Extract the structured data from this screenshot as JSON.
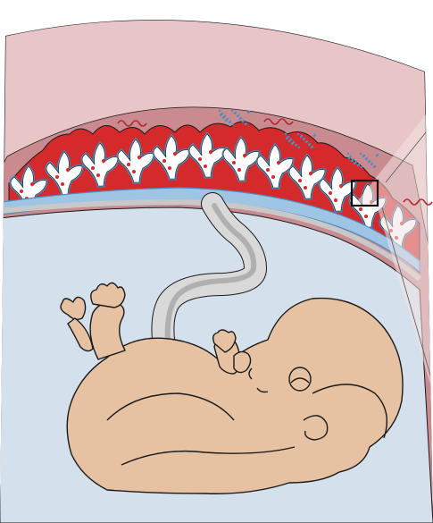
{
  "figure": {
    "labels": [],
    "colors": {
      "uterine_wall": "#e8c6c8",
      "decidua": "#c98b8f",
      "placenta_blood": "#d42a2c",
      "villus_fill": "#ffffff",
      "villus_outline": "#4a8ec2",
      "villus_shadow": "#9ec6e4",
      "amniotic_cavity": "#d4e1ec",
      "membrane": "#c8c8c8",
      "umbilical_cord": "#d9d9d9",
      "fetus_skin": "#e6c2a2",
      "outline": "#1a1a1a",
      "highlight_box": "#111111",
      "magnify_wedge": "#f3e3e3"
    },
    "elements": [
      "uterine-wall",
      "decidua-basalis",
      "placenta",
      "chorionic-villi",
      "spiral-arteries",
      "chorionic-plate",
      "amniotic-cavity",
      "umbilical-cord",
      "fetus",
      "highlight-box",
      "magnification-wedge"
    ]
  }
}
